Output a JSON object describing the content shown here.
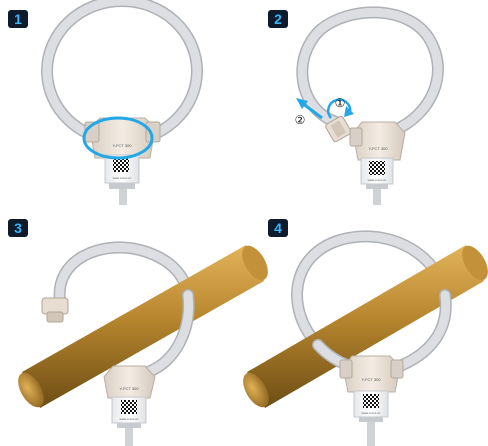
{
  "steps": [
    {
      "badge": "1"
    },
    {
      "badge": "2"
    },
    {
      "badge": "3"
    },
    {
      "badge": "4"
    }
  ],
  "annotations": {
    "rotate_marker": "①",
    "open_marker": "②"
  },
  "colors": {
    "badge_bg": "#0d1b2a",
    "badge_text": "#39b6ff",
    "highlight": "#22a8e6",
    "coil": "#d6d8db",
    "coil_edge": "#aeb2b6",
    "bar_mid": "#b7862e",
    "bar_dark": "#7a5717",
    "bar_light": "#d9a94d",
    "housing": "#efe6dc"
  },
  "device": {
    "model_text": "Y-FCT 300",
    "bottom_text": "www.xxxxx.cn"
  }
}
